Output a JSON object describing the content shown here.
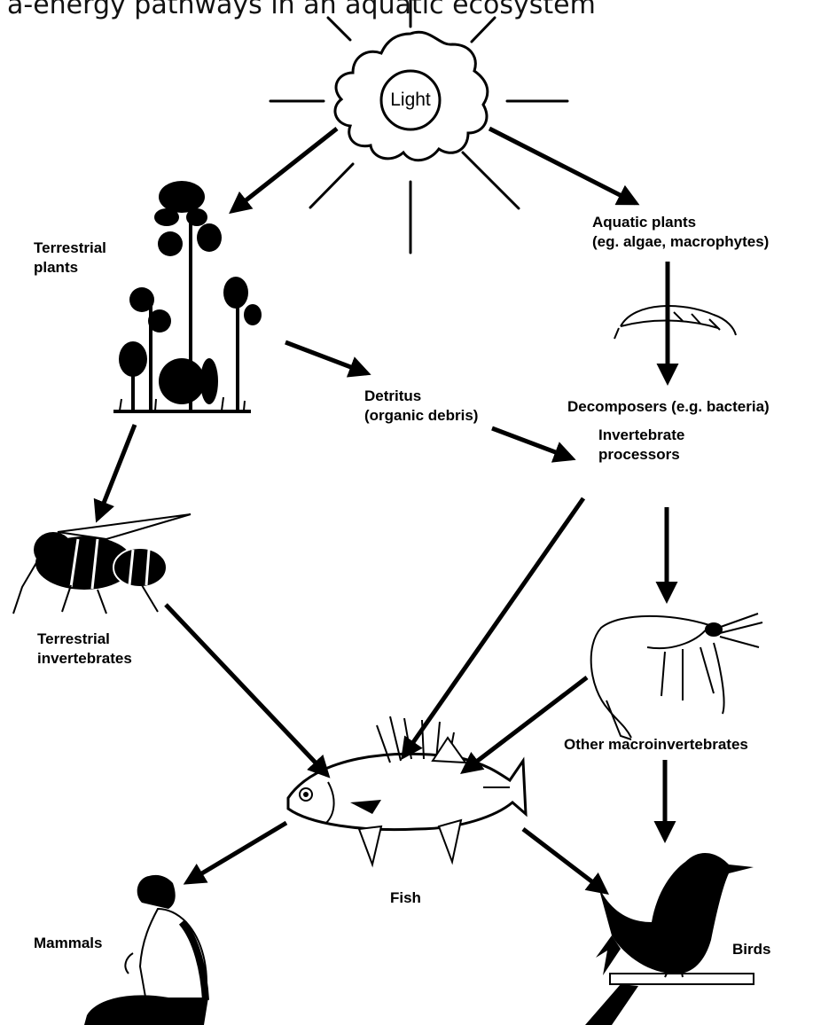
{
  "caption": "a-energy pathways in an aquatic ecosystem",
  "sun": {
    "label": "Light"
  },
  "nodes": {
    "terrestrial_plants": [
      "Terrestrial",
      "plants"
    ],
    "aquatic_plants": [
      "Aquatic plants",
      "(eg. algae, macrophytes)"
    ],
    "detritus": [
      "Detritus",
      "(organic debris)"
    ],
    "decomposers": [
      "Decomposers (e.g. bacteria)"
    ],
    "invertebrate_processors": [
      "Invertebrate",
      "processors"
    ],
    "terrestrial_invertebrates": [
      "Terrestrial",
      "invertebrates"
    ],
    "other_macroinvertebrates": [
      "Other macroinvertebrates"
    ],
    "fish": [
      "Fish"
    ],
    "mammals": [
      "Mammals"
    ],
    "birds": [
      "Birds"
    ]
  },
  "icons": [
    "sun-icon",
    "trees-icon",
    "wasp-icon",
    "amphipod-icon",
    "shrimp-icon",
    "fish-icon",
    "person-icon",
    "bird-icon"
  ],
  "colors": {
    "ink": "#000000",
    "background": "#ffffff"
  }
}
